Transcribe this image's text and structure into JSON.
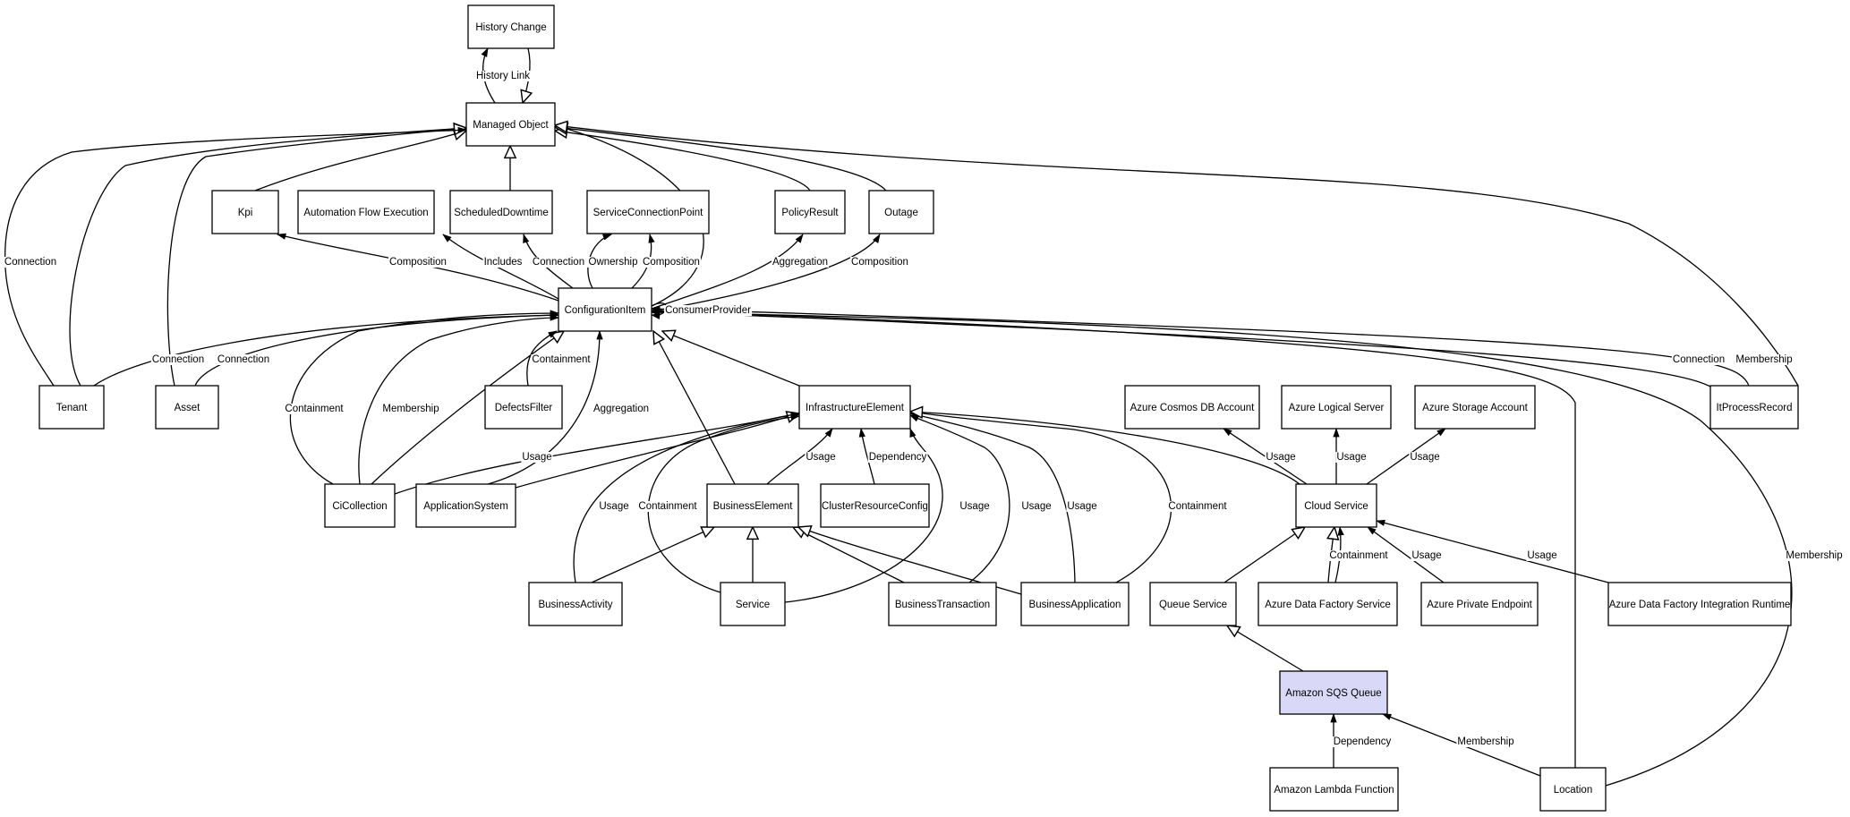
{
  "colors": {
    "background": "#ffffff",
    "stroke": "#000000",
    "highlight_fill": "#d9d9f7"
  },
  "nodes": [
    {
      "id": "history_change",
      "label": "History Change"
    },
    {
      "id": "managed_object",
      "label": "Managed Object"
    },
    {
      "id": "kpi",
      "label": "Kpi"
    },
    {
      "id": "automation_flow_execution",
      "label": "Automation Flow Execution"
    },
    {
      "id": "scheduled_downtime",
      "label": "ScheduledDowntime"
    },
    {
      "id": "service_connection_point",
      "label": "ServiceConnectionPoint"
    },
    {
      "id": "policy_result",
      "label": "PolicyResult"
    },
    {
      "id": "outage",
      "label": "Outage"
    },
    {
      "id": "configuration_item",
      "label": "ConfigurationItem"
    },
    {
      "id": "tenant",
      "label": "Tenant"
    },
    {
      "id": "asset",
      "label": "Asset"
    },
    {
      "id": "defects_filter",
      "label": "DefectsFilter"
    },
    {
      "id": "infrastructure_element",
      "label": "InfrastructureElement"
    },
    {
      "id": "azure_cosmos_db_account",
      "label": "Azure Cosmos DB Account"
    },
    {
      "id": "azure_logical_server",
      "label": "Azure Logical Server"
    },
    {
      "id": "azure_storage_account",
      "label": "Azure Storage Account"
    },
    {
      "id": "it_process_record",
      "label": "ItProcessRecord"
    },
    {
      "id": "ci_collection",
      "label": "CiCollection"
    },
    {
      "id": "application_system",
      "label": "ApplicationSystem"
    },
    {
      "id": "business_element",
      "label": "BusinessElement"
    },
    {
      "id": "cluster_resource_config",
      "label": "ClusterResourceConfig"
    },
    {
      "id": "cloud_service",
      "label": "Cloud Service"
    },
    {
      "id": "business_activity",
      "label": "BusinessActivity"
    },
    {
      "id": "service",
      "label": "Service"
    },
    {
      "id": "business_transaction",
      "label": "BusinessTransaction"
    },
    {
      "id": "business_application",
      "label": "BusinessApplication"
    },
    {
      "id": "queue_service",
      "label": "Queue Service"
    },
    {
      "id": "azure_data_factory_service",
      "label": "Azure Data Factory Service"
    },
    {
      "id": "azure_private_endpoint",
      "label": "Azure Private Endpoint"
    },
    {
      "id": "azure_data_factory_integration_runtime",
      "label": "Azure Data Factory Integration Runtime"
    },
    {
      "id": "amazon_sqs_queue",
      "label": "Amazon SQS Queue",
      "highlighted": true
    },
    {
      "id": "amazon_lambda_function",
      "label": "Amazon Lambda Function"
    },
    {
      "id": "location",
      "label": "Location"
    }
  ],
  "edges": [
    {
      "from": "history_change",
      "to": "managed_object",
      "kind": "inheritance",
      "label": ""
    },
    {
      "from": "managed_object",
      "to": "history_change",
      "kind": "association",
      "label": "History Link"
    },
    {
      "from": "kpi",
      "to": "managed_object",
      "kind": "inheritance",
      "label": ""
    },
    {
      "from": "scheduled_downtime",
      "to": "managed_object",
      "kind": "inheritance",
      "label": ""
    },
    {
      "from": "configuration_item",
      "to": "managed_object",
      "kind": "inheritance",
      "label": ""
    },
    {
      "from": "policy_result",
      "to": "managed_object",
      "kind": "inheritance",
      "label": ""
    },
    {
      "from": "outage",
      "to": "managed_object",
      "kind": "inheritance",
      "label": ""
    },
    {
      "from": "it_process_record",
      "to": "managed_object",
      "kind": "inheritance",
      "label": ""
    },
    {
      "from": "tenant",
      "to": "managed_object",
      "kind": "inheritance",
      "label": ""
    },
    {
      "from": "asset",
      "to": "managed_object",
      "kind": "inheritance",
      "label": ""
    },
    {
      "from": "tenant",
      "to": "managed_object",
      "kind": "association",
      "label": "Connection"
    },
    {
      "from": "configuration_item",
      "to": "kpi",
      "kind": "association",
      "label": "Composition"
    },
    {
      "from": "configuration_item",
      "to": "automation_flow_execution",
      "kind": "association",
      "label": "Includes"
    },
    {
      "from": "configuration_item",
      "to": "scheduled_downtime",
      "kind": "association",
      "label": "Connection"
    },
    {
      "from": "configuration_item",
      "to": "service_connection_point",
      "kind": "association",
      "label": "Ownership"
    },
    {
      "from": "configuration_item",
      "to": "service_connection_point",
      "kind": "association",
      "label": "Composition"
    },
    {
      "from": "configuration_item",
      "to": "policy_result",
      "kind": "association",
      "label": "Aggregation"
    },
    {
      "from": "configuration_item",
      "to": "outage",
      "kind": "association",
      "label": "Composition"
    },
    {
      "from": "configuration_item",
      "to": "configuration_item",
      "kind": "association",
      "label": "ConsumerProvider"
    },
    {
      "from": "tenant",
      "to": "configuration_item",
      "kind": "association",
      "label": "Connection"
    },
    {
      "from": "asset",
      "to": "configuration_item",
      "kind": "association",
      "label": "Connection"
    },
    {
      "from": "ci_collection",
      "to": "configuration_item",
      "kind": "association",
      "label": "Containment"
    },
    {
      "from": "ci_collection",
      "to": "configuration_item",
      "kind": "association",
      "label": "Membership"
    },
    {
      "from": "ci_collection",
      "to": "configuration_item",
      "kind": "inheritance",
      "label": ""
    },
    {
      "from": "defects_filter",
      "to": "configuration_item",
      "kind": "association",
      "label": "Containment"
    },
    {
      "from": "application_system",
      "to": "configuration_item",
      "kind": "association",
      "label": "Aggregation"
    },
    {
      "from": "business_element",
      "to": "configuration_item",
      "kind": "inheritance",
      "label": ""
    },
    {
      "from": "infrastructure_element",
      "to": "configuration_item",
      "kind": "inheritance",
      "label": ""
    },
    {
      "from": "it_process_record",
      "to": "configuration_item",
      "kind": "association",
      "label": "Connection"
    },
    {
      "from": "it_process_record",
      "to": "configuration_item",
      "kind": "association",
      "label": "Membership"
    },
    {
      "from": "location",
      "to": "configuration_item",
      "kind": "association",
      "label": ""
    },
    {
      "from": "location",
      "to": "configuration_item",
      "kind": "association",
      "label": "Membership"
    },
    {
      "from": "ci_collection",
      "to": "infrastructure_element",
      "kind": "association",
      "label": "Usage"
    },
    {
      "from": "application_system",
      "to": "infrastructure_element",
      "kind": "inheritance",
      "label": ""
    },
    {
      "from": "business_element",
      "to": "infrastructure_element",
      "kind": "association",
      "label": "Usage"
    },
    {
      "from": "cluster_resource_config",
      "to": "infrastructure_element",
      "kind": "association",
      "label": "Dependency"
    },
    {
      "from": "business_activity",
      "to": "infrastructure_element",
      "kind": "association",
      "label": "Usage"
    },
    {
      "from": "service",
      "to": "infrastructure_element",
      "kind": "association",
      "label": "Containment"
    },
    {
      "from": "service",
      "to": "infrastructure_element",
      "kind": "association",
      "label": "Usage"
    },
    {
      "from": "business_transaction",
      "to": "infrastructure_element",
      "kind": "association",
      "label": "Usage"
    },
    {
      "from": "business_application",
      "to": "infrastructure_element",
      "kind": "association",
      "label": "Usage"
    },
    {
      "from": "business_application",
      "to": "infrastructure_element",
      "kind": "association",
      "label": "Containment"
    },
    {
      "from": "cloud_service",
      "to": "infrastructure_element",
      "kind": "inheritance",
      "label": ""
    },
    {
      "from": "business_activity",
      "to": "business_element",
      "kind": "inheritance",
      "label": ""
    },
    {
      "from": "service",
      "to": "business_element",
      "kind": "inheritance",
      "label": ""
    },
    {
      "from": "business_transaction",
      "to": "business_element",
      "kind": "inheritance",
      "label": ""
    },
    {
      "from": "business_application",
      "to": "business_element",
      "kind": "inheritance",
      "label": ""
    },
    {
      "from": "cloud_service",
      "to": "azure_cosmos_db_account",
      "kind": "association",
      "label": "Usage"
    },
    {
      "from": "cloud_service",
      "to": "azure_logical_server",
      "kind": "association",
      "label": "Usage"
    },
    {
      "from": "cloud_service",
      "to": "azure_storage_account",
      "kind": "association",
      "label": "Usage"
    },
    {
      "from": "queue_service",
      "to": "cloud_service",
      "kind": "inheritance",
      "label": ""
    },
    {
      "from": "azure_data_factory_service",
      "to": "cloud_service",
      "kind": "inheritance",
      "label": ""
    },
    {
      "from": "azure_data_factory_service",
      "to": "cloud_service",
      "kind": "association",
      "label": "Containment"
    },
    {
      "from": "azure_private_endpoint",
      "to": "cloud_service",
      "kind": "association",
      "label": "Usage"
    },
    {
      "from": "azure_data_factory_integration_runtime",
      "to": "cloud_service",
      "kind": "association",
      "label": "Usage"
    },
    {
      "from": "amazon_sqs_queue",
      "to": "queue_service",
      "kind": "inheritance",
      "label": ""
    },
    {
      "from": "amazon_lambda_function",
      "to": "amazon_sqs_queue",
      "kind": "association",
      "label": "Dependency"
    },
    {
      "from": "location",
      "to": "amazon_sqs_queue",
      "kind": "association",
      "label": "Membership"
    }
  ]
}
